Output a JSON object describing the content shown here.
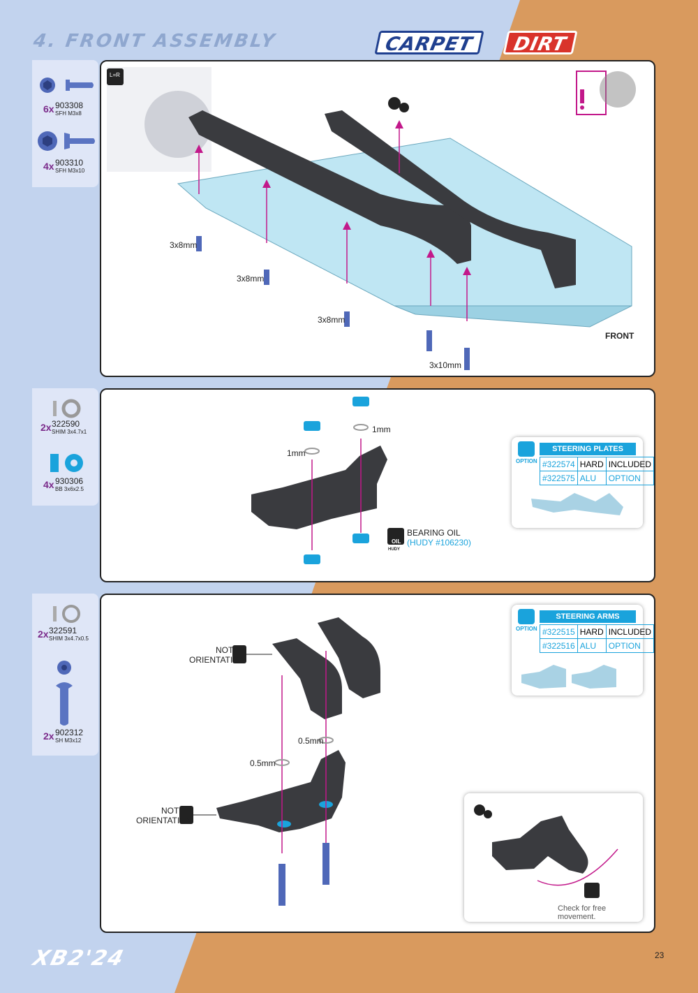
{
  "header": {
    "title": "4. FRONT ASSEMBLY",
    "tag_carpet": "CARPET",
    "tag_dirt": "DIRT"
  },
  "step1": {
    "parts": [
      {
        "qty": "6x",
        "number": "903308",
        "desc": "SFH M3x8"
      },
      {
        "qty": "4x",
        "number": "903310",
        "desc": "SFH M3x10"
      }
    ],
    "symmetry": "L=R",
    "labels": [
      "3x8mm",
      "3x8mm",
      "3x8mm",
      "3x10mm"
    ],
    "front": "FRONT"
  },
  "step2": {
    "parts": [
      {
        "qty": "2x",
        "number": "322590",
        "desc": "SHIM 3x4.7x1"
      },
      {
        "qty": "4x",
        "number": "930306",
        "desc": "BB 3x6x2.5"
      }
    ],
    "labels": [
      "1mm",
      "1mm"
    ],
    "oil": {
      "label": "BEARING OIL",
      "ref": "(HUDY #106230)",
      "icon_text": "OIL",
      "brand": "HUDY"
    },
    "option": {
      "icon_label": "OPTION",
      "title": "STEERING PLATES",
      "rows": [
        [
          "#322574",
          "HARD",
          "INCLUDED"
        ],
        [
          "#322575",
          "ALU",
          "OPTION"
        ]
      ]
    }
  },
  "step3": {
    "parts": [
      {
        "qty": "2x",
        "number": "322591",
        "desc": "SHIM 3x4.7x0.5"
      },
      {
        "qty": "2x",
        "number": "902312",
        "desc": "SH M3x12"
      }
    ],
    "notes": [
      "NOTE",
      "ORIENTATION",
      "NOTE",
      "ORIENTATION"
    ],
    "labels": [
      "0.5mm",
      "0.5mm"
    ],
    "option": {
      "icon_label": "OPTION",
      "title": "STEERING ARMS",
      "rows": [
        [
          "#322515",
          "HARD",
          "INCLUDED"
        ],
        [
          "#322516",
          "ALU",
          "OPTION"
        ]
      ]
    },
    "check": "Check for free movement."
  },
  "footer": {
    "model": "XB2'24",
    "page": "23"
  }
}
